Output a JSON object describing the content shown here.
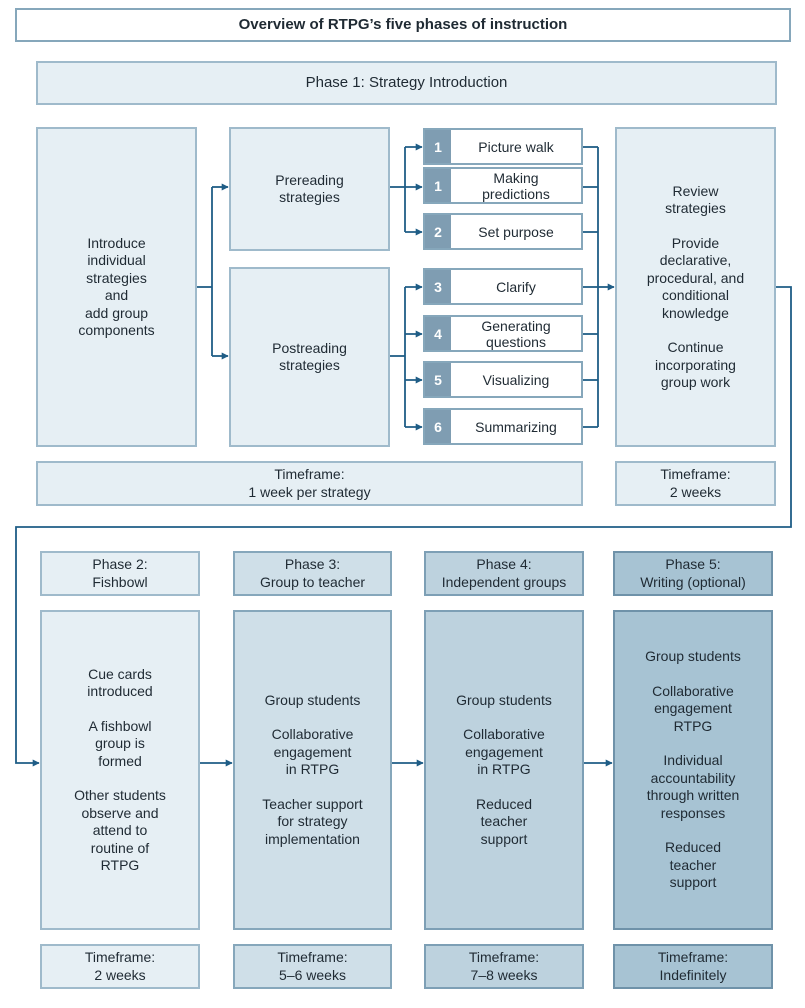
{
  "title": "Overview of RTPG’s five phases of instruction",
  "phase1": {
    "header": "Phase 1: Strategy Introduction",
    "intro": [
      "Introduce",
      "individual",
      "strategies",
      "and",
      "add group",
      "components"
    ],
    "prereading": "Prereading\nstrategies",
    "postreading": "Postreading\nstrategies",
    "prereading_items": [
      {
        "num": "1",
        "label": "Picture walk"
      },
      {
        "num": "1",
        "label": "Making\npredictions"
      },
      {
        "num": "2",
        "label": "Set purpose"
      }
    ],
    "postreading_items": [
      {
        "num": "3",
        "label": "Clarify"
      },
      {
        "num": "4",
        "label": "Generating\nquestions"
      },
      {
        "num": "5",
        "label": "Visualizing"
      },
      {
        "num": "6",
        "label": "Summarizing"
      }
    ],
    "review": [
      "Review\nstrategies",
      "Provide\ndeclarative,\nprocedural, and\nconditional\nknowledge",
      "Continue\nincorporating\ngroup work"
    ],
    "timeframe_strategies": "Timeframe:\n1 week per strategy",
    "timeframe_review": "Timeframe:\n2 weeks"
  },
  "phases": [
    {
      "header": "Phase 2:\nFishbowl",
      "body": [
        "Cue cards\nintroduced",
        "A fishbowl\ngroup is\nformed",
        "Other students\nobserve and\nattend to\nroutine of\nRTPG"
      ],
      "timeframe": "Timeframe:\n2 weeks"
    },
    {
      "header": "Phase 3:\nGroup to teacher",
      "body": [
        "Group students",
        "Collaborative\nengagement\nin RTPG",
        "Teacher support\nfor strategy\nimplementation"
      ],
      "timeframe": "Timeframe:\n5–6 weeks"
    },
    {
      "header": "Phase 4:\nIndependent groups",
      "body": [
        "Group students",
        "Collaborative\nengagement\nin RTPG",
        "Reduced\nteacher\nsupport"
      ],
      "timeframe": "Timeframe:\n7–8 weeks"
    },
    {
      "header": "Phase 5:\nWriting (optional)",
      "body": [
        "Group students",
        "Collaborative\nengagement\nRTPG",
        "Individual\naccountability\nthrough written\nresponses",
        "Reduced\nteacher\nsupport"
      ],
      "timeframe": "Timeframe:\nIndefinitely"
    }
  ],
  "colors": {
    "line": "#1f5d86",
    "number_tab": "#7f9db2",
    "border": "#86a7bb"
  }
}
